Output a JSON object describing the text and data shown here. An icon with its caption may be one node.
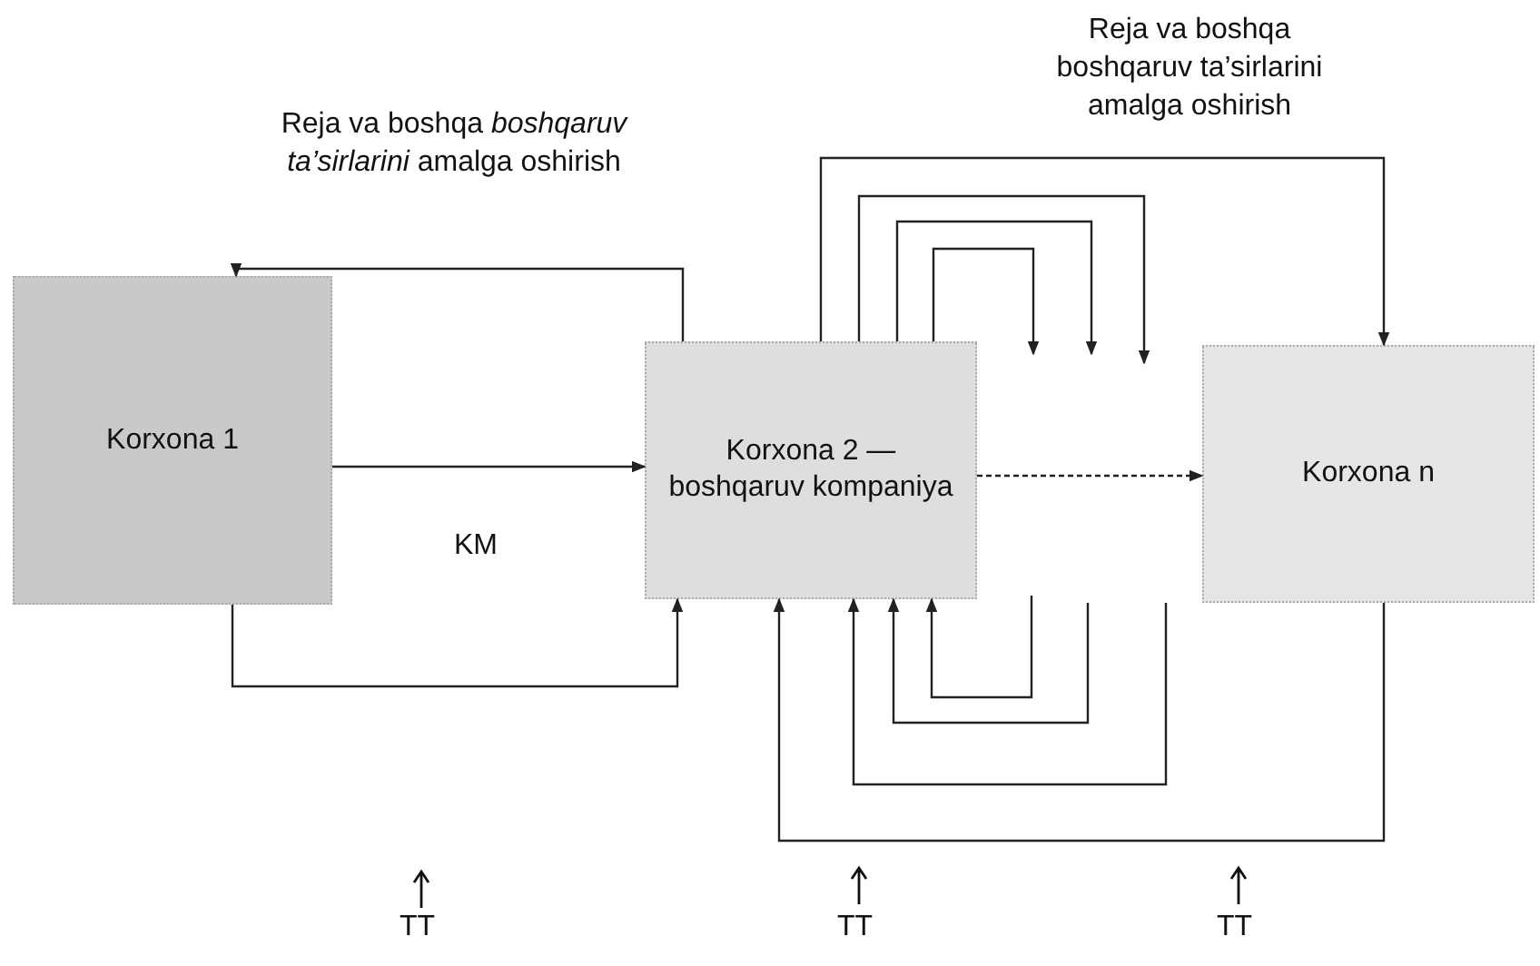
{
  "diagram": {
    "nodes": [
      {
        "text": [
          "Korxona 1"
        ]
      },
      {
        "text": [
          "Korxona 2 — boshqaruv kompaniya"
        ]
      },
      {
        "text": [
          "Korxona n"
        ]
      }
    ],
    "edges": [
      {
        "from": 1,
        "to": 0,
        "arrow": "to"
      },
      {
        "from": 0,
        "to": 1,
        "arrow": "to"
      },
      {
        "from": 0,
        "to": 1,
        "arrow": "to"
      },
      {
        "from": 1,
        "to": 2,
        "arrow": "to",
        "style": "dashed"
      },
      {
        "from": 1,
        "to": 2,
        "arrow": "to"
      },
      {
        "from": 1,
        "to": null,
        "arrow": "to"
      },
      {
        "from": 1,
        "to": null,
        "arrow": "to"
      },
      {
        "from": 1,
        "to": null,
        "arrow": "to"
      },
      {
        "from": null,
        "to": 1,
        "arrow": "to"
      },
      {
        "from": null,
        "to": 1,
        "arrow": "to"
      },
      {
        "from": null,
        "to": 1,
        "arrow": "to"
      },
      {
        "from": 2,
        "to": 1,
        "arrow": "to"
      }
    ],
    "labels": [
      "Reja va boshqa boshqaruv ta’sirlarini amalga oshirish",
      "Reja va boshqa *boshqaruv ta’sirlarini* amalga oshirish",
      "KM",
      "TT",
      "TT",
      "TT"
    ]
  }
}
